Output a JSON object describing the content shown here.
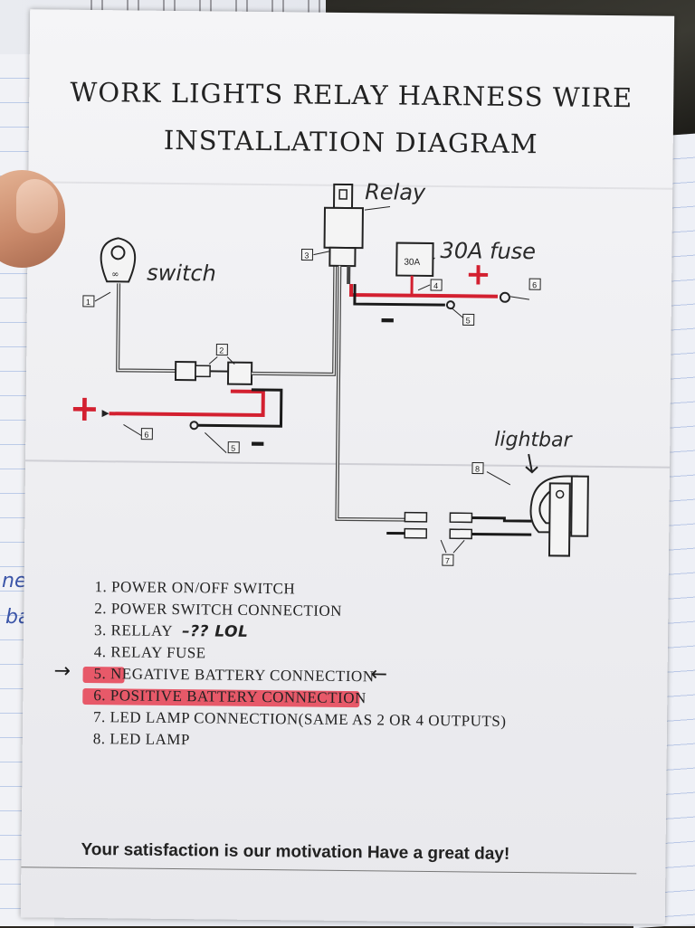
{
  "title": {
    "line1": "WORK LIGHTS RELAY HARNESS WIRE",
    "line2": "INSTALLATION DIAGRAM"
  },
  "labels": {
    "relay": "Relay",
    "fuse": "30A fuse",
    "fuse_box": "30A",
    "switch": "switch",
    "lightbar": "lightbar",
    "plus_top": "+",
    "minus_top": "–",
    "plus_left": "+",
    "minus_left": "–"
  },
  "callouts": [
    "1",
    "2",
    "3",
    "4",
    "5",
    "6",
    "5",
    "6",
    "7",
    "8"
  ],
  "legend": {
    "items": [
      {
        "text": "1. POWER ON/OFF SWITCH",
        "note": "",
        "highlight": false
      },
      {
        "text": "2. POWER SWITCH CONNECTION",
        "note": "",
        "highlight": false
      },
      {
        "text": "3. RELLAY",
        "note": "–?? LOL",
        "highlight": false
      },
      {
        "text": "4. RELAY FUSE",
        "note": "",
        "highlight": false
      },
      {
        "text": "5. NEGATIVE BATTERY CONNECTION",
        "note": "",
        "highlight": true
      },
      {
        "text": "6. POSITIVE BATTERY CONNECTION",
        "note": "",
        "highlight": true
      },
      {
        "text": "7. LED LAMP CONNECTION(SAME AS 2 OR 4 OUTPUTS)",
        "note": "",
        "highlight": false
      },
      {
        "text": "8. LED LAMP",
        "note": "",
        "highlight": false
      }
    ]
  },
  "footer": "Your satisfaction is our motivation Have a great day!",
  "colors": {
    "positive_wire": "#d32030",
    "negative_wire": "#1a1a1a",
    "highlight": "#e6283c",
    "ink": "#222222"
  },
  "scribbles": [
    "ne",
    "ba"
  ]
}
